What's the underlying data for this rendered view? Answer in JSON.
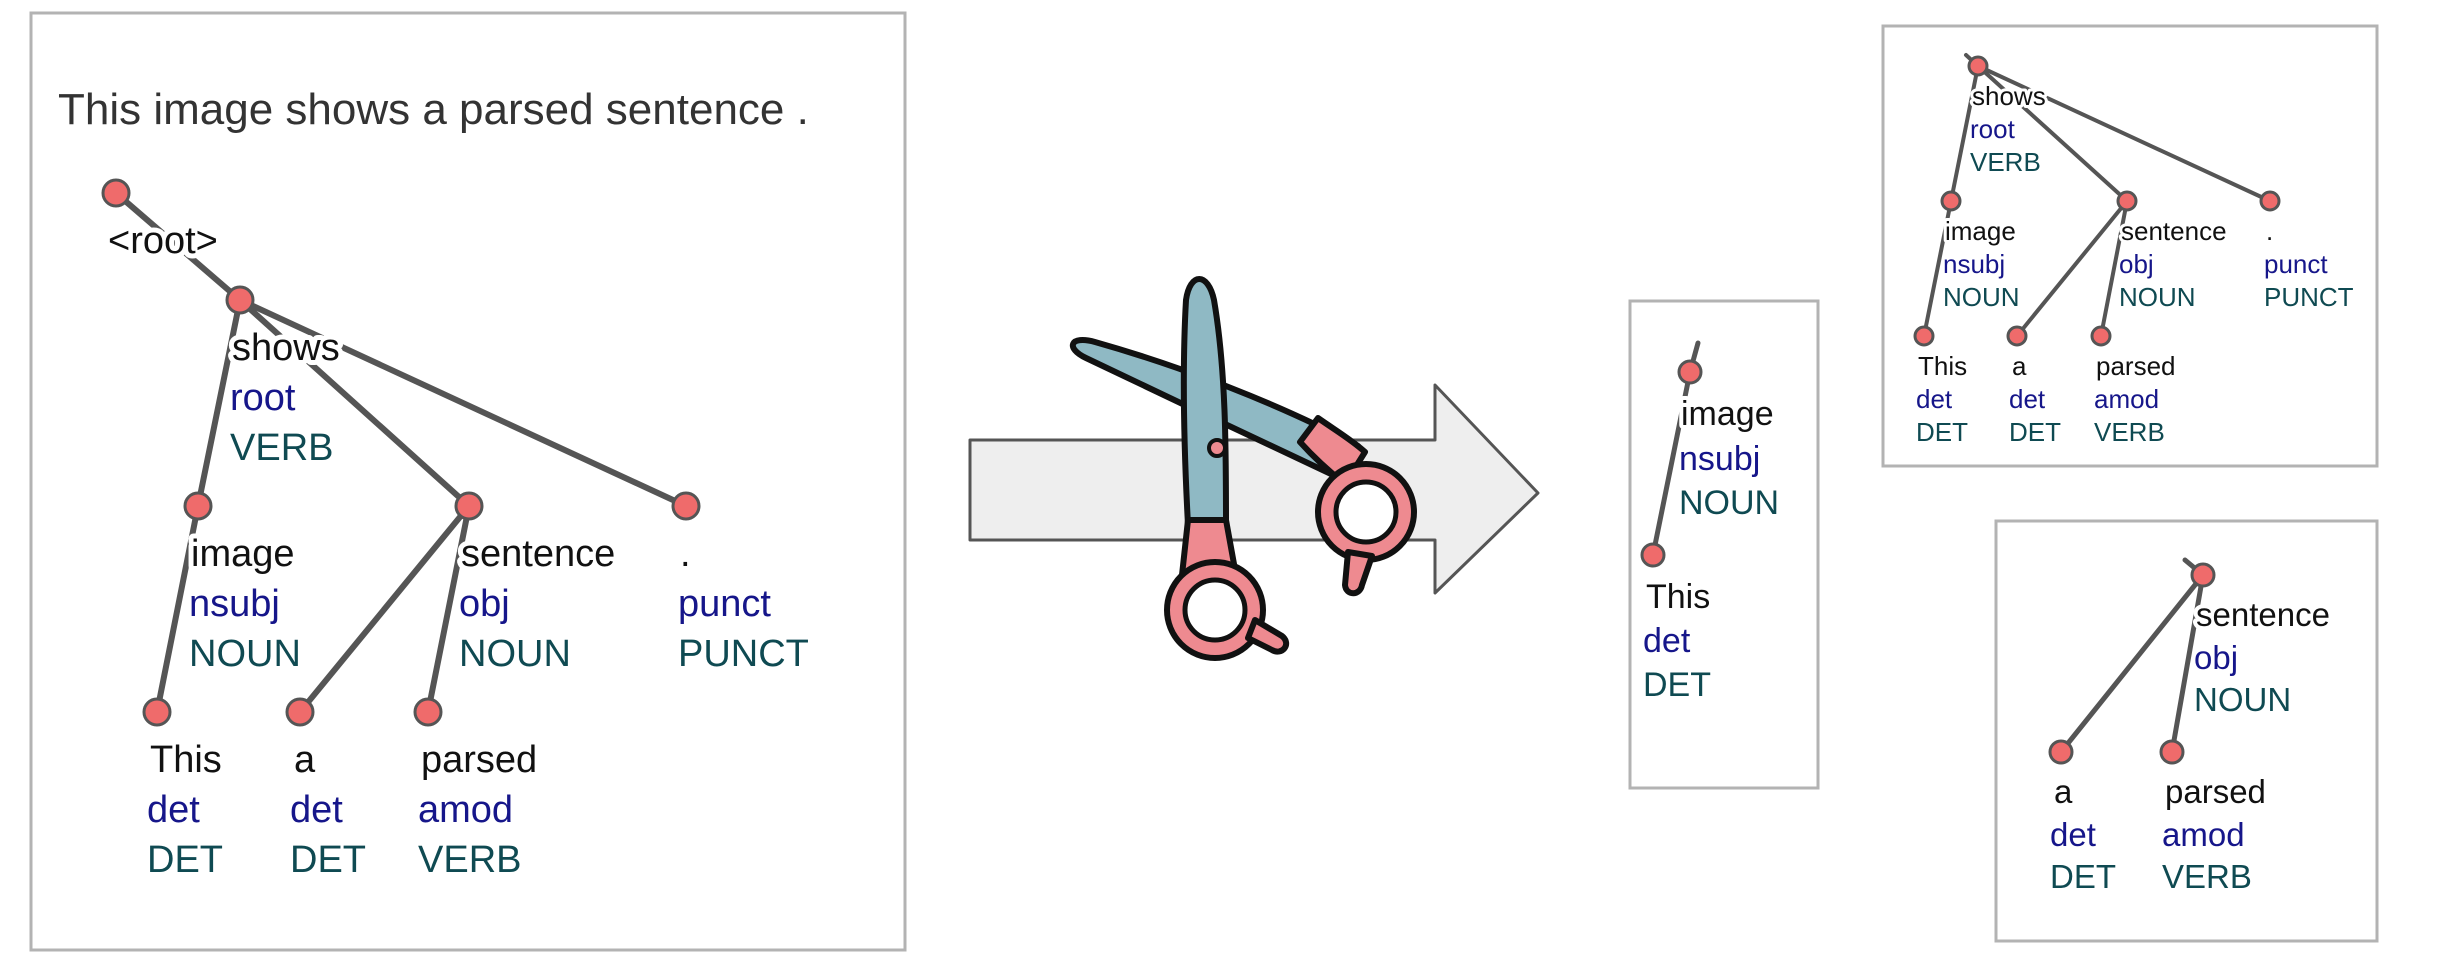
{
  "sentence": "This image shows a parsed sentence .",
  "root_label": "<root>",
  "tokens": {
    "this": {
      "word": "This",
      "dep": "det",
      "pos": "DET"
    },
    "image": {
      "word": "image",
      "dep": "nsubj",
      "pos": "NOUN"
    },
    "shows": {
      "word": "shows",
      "dep": "root",
      "pos": "VERB"
    },
    "a": {
      "word": "a",
      "dep": "det",
      "pos": "DET"
    },
    "parsed": {
      "word": "parsed",
      "dep": "amod",
      "pos": "VERB"
    },
    "sentence": {
      "word": "sentence",
      "dep": "obj",
      "pos": "NOUN"
    },
    "punct": {
      "word": ".",
      "dep": "punct",
      "pos": "PUNCT"
    }
  },
  "colors": {
    "node_fill": "#ef6b6b",
    "edge": "#555555",
    "dep_label": "#16168a",
    "pos_label": "#0f4a52",
    "arrow_fill": "#eeeeee",
    "scissors_blade": "#8fb9c4",
    "scissors_handle": "#ee8a90"
  },
  "icons": [
    "scissors-icon",
    "right-arrow-icon"
  ]
}
